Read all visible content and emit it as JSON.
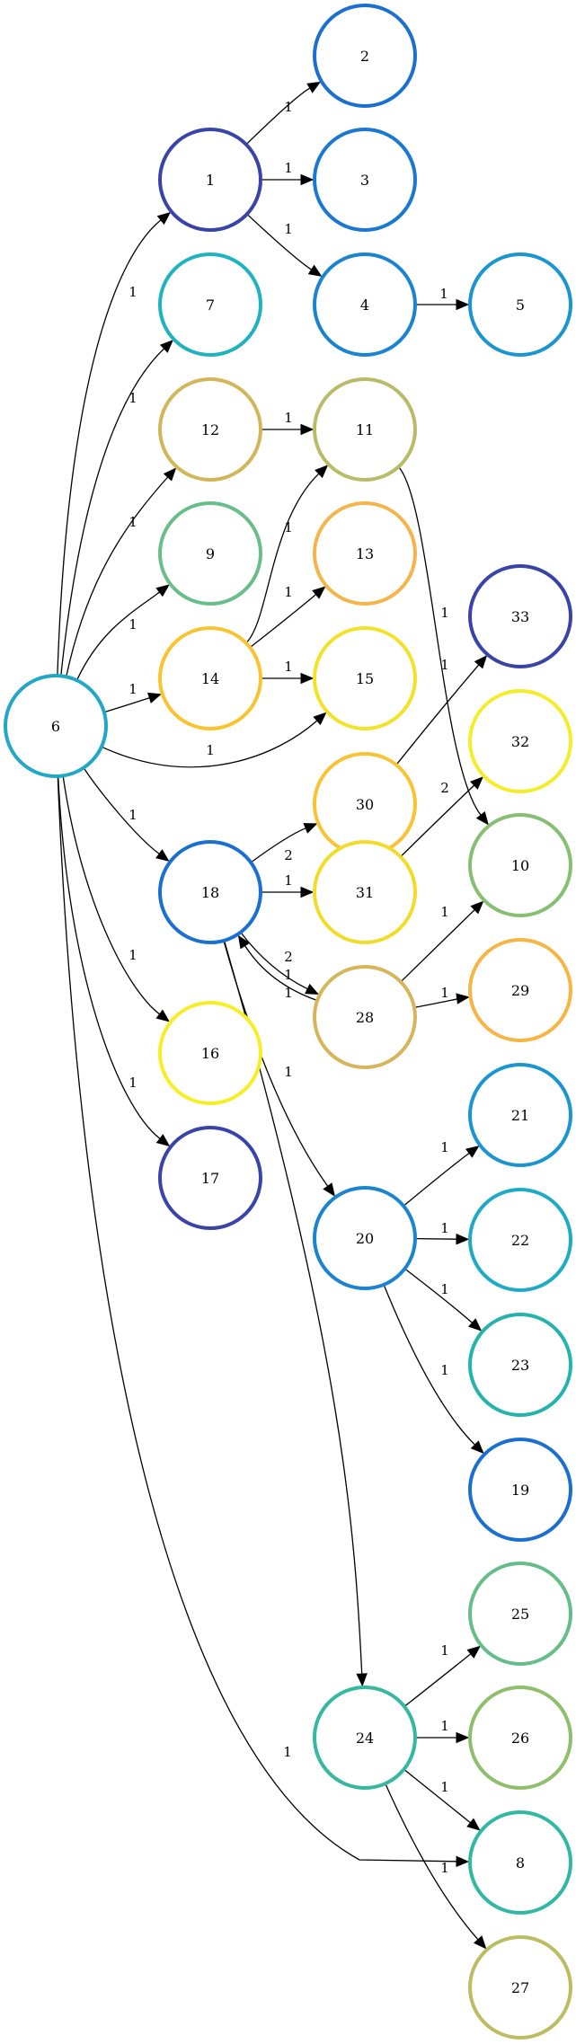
{
  "nodes": [
    {
      "id": "6",
      "color": "#22a7c4"
    },
    {
      "id": "1",
      "color": "#3a43a8"
    },
    {
      "id": "2",
      "color": "#1a6fd0"
    },
    {
      "id": "3",
      "color": "#1a78d2"
    },
    {
      "id": "4",
      "color": "#1b84d0"
    },
    {
      "id": "5",
      "color": "#1b95cf"
    },
    {
      "id": "7",
      "color": "#1fb3be"
    },
    {
      "id": "12",
      "color": "#d2b659"
    },
    {
      "id": "11",
      "color": "#b8bc68"
    },
    {
      "id": "9",
      "color": "#69bd8a"
    },
    {
      "id": "13",
      "color": "#f3b54c"
    },
    {
      "id": "14",
      "color": "#f9c431"
    },
    {
      "id": "15",
      "color": "#f2e22a"
    },
    {
      "id": "33",
      "color": "#3a43a8"
    },
    {
      "id": "32",
      "color": "#f5ec2b"
    },
    {
      "id": "30",
      "color": "#f8c435"
    },
    {
      "id": "10",
      "color": "#86bf71"
    },
    {
      "id": "18",
      "color": "#1a6fd0"
    },
    {
      "id": "31",
      "color": "#f2dc2a"
    },
    {
      "id": "29",
      "color": "#f6b544"
    },
    {
      "id": "28",
      "color": "#d7b55a"
    },
    {
      "id": "16",
      "color": "#f7ee25"
    },
    {
      "id": "17",
      "color": "#3a43a8"
    },
    {
      "id": "21",
      "color": "#1b95cf"
    },
    {
      "id": "20",
      "color": "#1b84d0"
    },
    {
      "id": "22",
      "color": "#1fabc3"
    },
    {
      "id": "23",
      "color": "#24b3ad"
    },
    {
      "id": "19",
      "color": "#1a6fd0"
    },
    {
      "id": "25",
      "color": "#67bd8a"
    },
    {
      "id": "24",
      "color": "#35b7a0"
    },
    {
      "id": "26",
      "color": "#8fbf6c"
    },
    {
      "id": "8",
      "color": "#31b8a2"
    },
    {
      "id": "27",
      "color": "#bcbc63"
    }
  ],
  "edges": [
    {
      "from": "1",
      "to": "2",
      "label": "1"
    },
    {
      "from": "1",
      "to": "3",
      "label": "1"
    },
    {
      "from": "1",
      "to": "4",
      "label": "1"
    },
    {
      "from": "4",
      "to": "5",
      "label": "1"
    },
    {
      "from": "6",
      "to": "1",
      "label": "1"
    },
    {
      "from": "6",
      "to": "7",
      "label": "1"
    },
    {
      "from": "6",
      "to": "12",
      "label": "1"
    },
    {
      "from": "6",
      "to": "9",
      "label": "1"
    },
    {
      "from": "6",
      "to": "14",
      "label": "1"
    },
    {
      "from": "6",
      "to": "15",
      "label": "1"
    },
    {
      "from": "6",
      "to": "18",
      "label": "1"
    },
    {
      "from": "6",
      "to": "16",
      "label": "1"
    },
    {
      "from": "6",
      "to": "17",
      "label": "1"
    },
    {
      "from": "6",
      "to": "8",
      "label": "1"
    },
    {
      "from": "12",
      "to": "11",
      "label": "1"
    },
    {
      "from": "14",
      "to": "11",
      "label": "1"
    },
    {
      "from": "14",
      "to": "13",
      "label": "1"
    },
    {
      "from": "14",
      "to": "15",
      "label": "1"
    },
    {
      "from": "11",
      "to": "10",
      "label": "1"
    },
    {
      "from": "30",
      "to": "33",
      "label": "1"
    },
    {
      "from": "31",
      "to": "32",
      "label": "2"
    },
    {
      "from": "18",
      "to": "30",
      "label": "2"
    },
    {
      "from": "18",
      "to": "31",
      "label": "1"
    },
    {
      "from": "18",
      "to": "28",
      "label": "2"
    },
    {
      "from": "18",
      "to": "20",
      "label": "1"
    },
    {
      "from": "18",
      "to": "24",
      "label": "1"
    },
    {
      "from": "28",
      "to": "18",
      "label": "1"
    },
    {
      "from": "28",
      "to": "10",
      "label": "1"
    },
    {
      "from": "28",
      "to": "29",
      "label": "1"
    },
    {
      "from": "20",
      "to": "21",
      "label": "1"
    },
    {
      "from": "20",
      "to": "22",
      "label": "1"
    },
    {
      "from": "20",
      "to": "23",
      "label": "1"
    },
    {
      "from": "20",
      "to": "19",
      "label": "1"
    },
    {
      "from": "24",
      "to": "25",
      "label": "1"
    },
    {
      "from": "24",
      "to": "26",
      "label": "1"
    },
    {
      "from": "24",
      "to": "8",
      "label": "1"
    },
    {
      "from": "24",
      "to": "27",
      "label": "1"
    }
  ]
}
